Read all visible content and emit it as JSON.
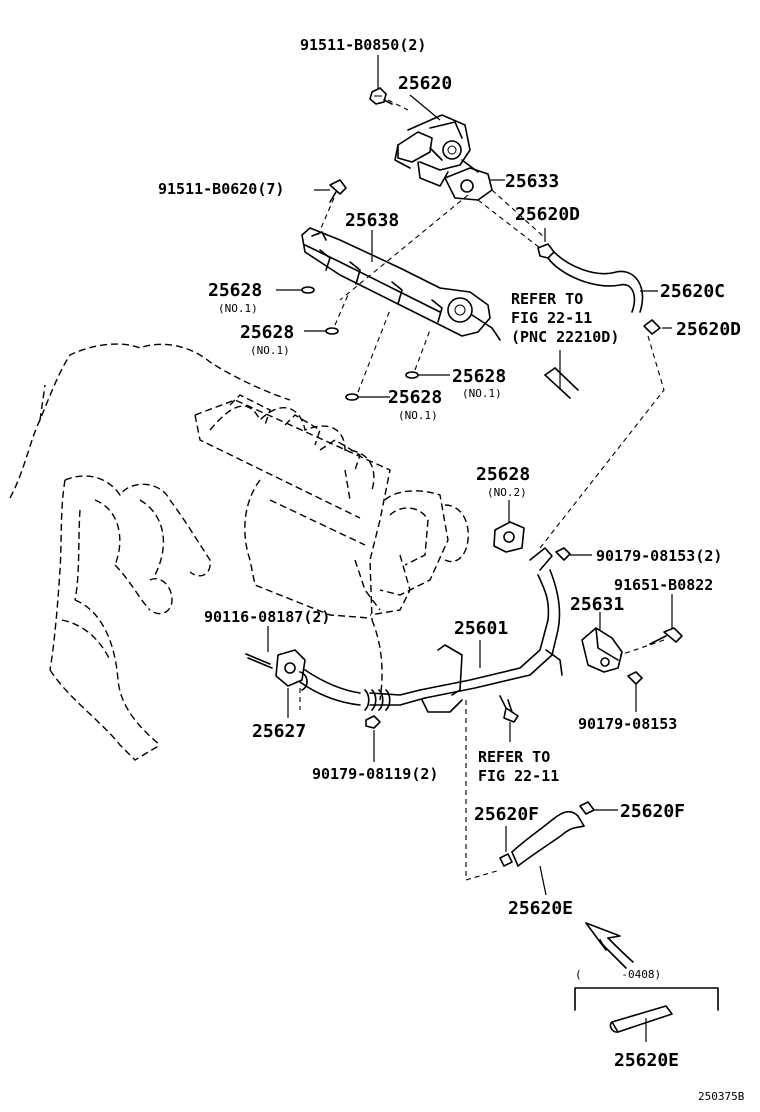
{
  "labels": {
    "bolt_91511_B0850": "91511-B0850(2)",
    "valve_25620": "25620",
    "gasket_25633": "25633",
    "bolt_91511_B0620": "91511-B0620(7)",
    "clamp_25620D_top": "25620D",
    "manifold_25638": "25638",
    "hose_25620C": "25620C",
    "clamp_25620D_right": "25620D",
    "oring_a": "25628",
    "oring_a_sub": "(NO.1)",
    "oring_b": "25628",
    "oring_b_sub": "(NO.1)",
    "oring_c": "25628",
    "oring_c_sub": "(NO.1)",
    "oring_d": "25628",
    "oring_d_sub": "(NO.1)",
    "refer_upper_1": "REFER TO",
    "refer_upper_2": "FIG 22-11",
    "refer_upper_3": "(PNC 22210D)",
    "gasket_no2": "25628",
    "gasket_no2_sub": "(NO.2)",
    "nut_90179_08153_2": "90179-08153(2)",
    "bolt_91651_B0822": "91651-B0822",
    "stud_90116_08187": "90116-08187(2)",
    "bracket_25631": "25631",
    "pipe_25601": "25601",
    "nut_90179_08153": "90179-08153",
    "gasket_25627": "25627",
    "refer_lower_1": "REFER TO",
    "refer_lower_2": "FIG 22-11",
    "nut_90179_08119": "90179-08119(2)",
    "clamp_25620F_left": "25620F",
    "clamp_25620F_right": "25620F",
    "hose_25620E": "25620E",
    "date_range": "(      -0408)",
    "hose_25620E_alt": "25620E",
    "diagram_id": "250375B"
  }
}
